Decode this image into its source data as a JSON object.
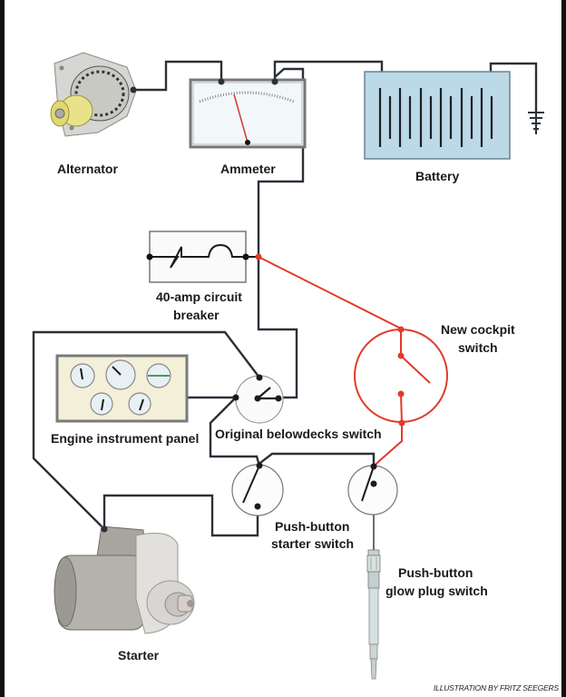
{
  "title": "Cockpit starter and glow plug wiring diagram",
  "colors": {
    "wire": "#2b3138",
    "new_wire": "#e23a2a",
    "battery_fill": "#bcd9e8",
    "gauge_face": "#eef4f8",
    "panel_fill": "#f4efd8"
  },
  "components": {
    "alternator": {
      "label": "Alternator"
    },
    "ammeter": {
      "label": "Ammeter"
    },
    "battery": {
      "label": "Battery"
    },
    "ground": {
      "label": ""
    },
    "circuit_breaker": {
      "label_line1": "40-amp circuit",
      "label_line2": "breaker"
    },
    "new_cockpit_switch": {
      "label_line1": "New cockpit",
      "label_line2": "switch"
    },
    "engine_panel": {
      "label": "Engine instrument panel"
    },
    "belowdecks_switch": {
      "label": "Original belowdecks switch"
    },
    "starter_switch": {
      "label_line1": "Push-button",
      "label_line2": "starter switch"
    },
    "glowplug_switch": {
      "label_line1": "Push-button",
      "label_line2": "glow plug switch"
    },
    "starter": {
      "label": "Starter"
    }
  },
  "credit": "ILLUSTRATION BY FRITZ SEEGERS"
}
